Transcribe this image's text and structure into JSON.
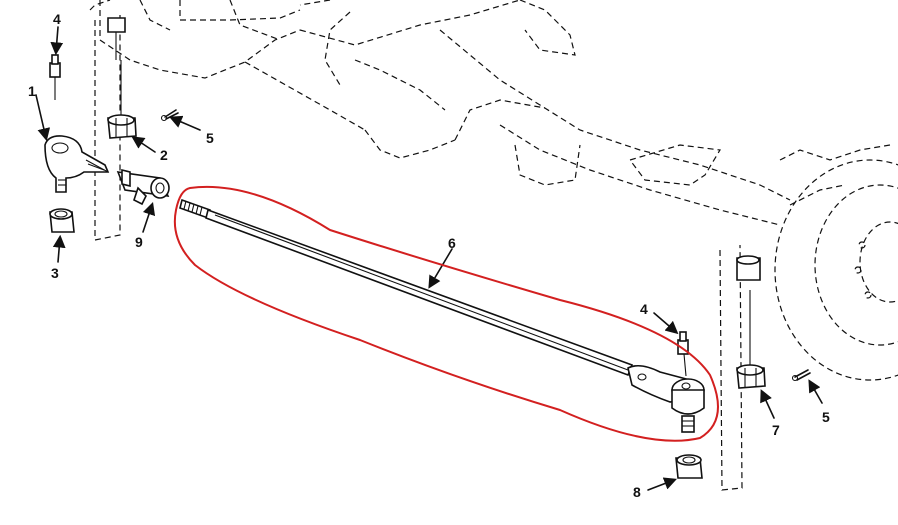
{
  "diagram": {
    "highlight_color": "#d32020",
    "callouts": [
      {
        "id": "c1",
        "label": "1"
      },
      {
        "id": "c2",
        "label": "2"
      },
      {
        "id": "c3",
        "label": "3"
      },
      {
        "id": "c4a",
        "label": "4"
      },
      {
        "id": "c4b",
        "label": "4"
      },
      {
        "id": "c5a",
        "label": "5"
      },
      {
        "id": "c5b",
        "label": "5"
      },
      {
        "id": "c6",
        "label": "6"
      },
      {
        "id": "c7",
        "label": "7"
      },
      {
        "id": "c8",
        "label": "8"
      },
      {
        "id": "c9",
        "label": "9"
      }
    ]
  }
}
